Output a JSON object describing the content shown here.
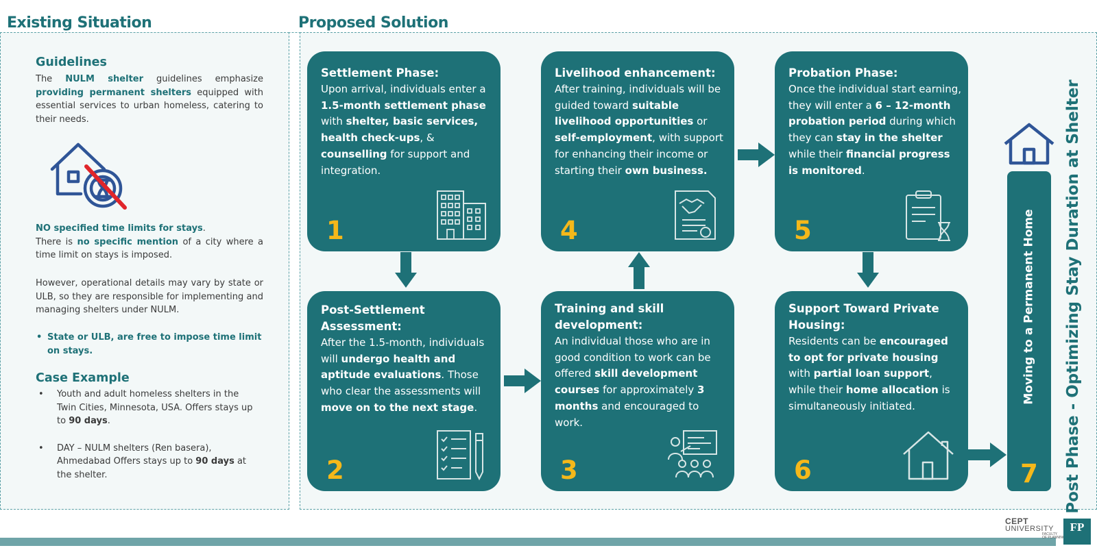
{
  "left": {
    "title": "Existing Situation",
    "guidelines_heading": "Guidelines",
    "guidelines_p1": [
      {
        "t": "The "
      },
      {
        "t": "NULM shelter",
        "b": true
      },
      {
        "t": " guidelines emphasize "
      },
      {
        "t": "providing permanent shelters",
        "b": true
      },
      {
        "t": " equipped with essential services to urban homeless, catering to their needs."
      }
    ],
    "icon": "no-house-limit-icon",
    "p2": [
      {
        "t": "NO specified time limits for stays",
        "b": true
      },
      {
        "t": "."
      },
      {
        "br": true
      },
      {
        "t": "There is "
      },
      {
        "t": "no specific mention",
        "b": true
      },
      {
        "t": " of a city where a time limit on stays is imposed."
      }
    ],
    "p3": "However, operational details may vary by state or ULB, so they are responsible for implementing and managing shelters under NULM.",
    "bullet_state": "State or ULB, are free to impose time limit on stays.",
    "case_heading": "Case Example",
    "case_items": [
      [
        {
          "t": "Youth and adult homeless shelters in the Twin Cities, Minnesota, USA. Offers stays up to "
        },
        {
          "t": "90 days",
          "b": true
        },
        {
          "t": "."
        }
      ],
      [
        {
          "t": "DAY – NULM shelters (Ren basera), Ahmedabad Offers stays up to "
        },
        {
          "t": "90 days",
          "b": true
        },
        {
          "t": " at the shelter."
        }
      ]
    ]
  },
  "right": {
    "title": "Proposed Solution",
    "cards": [
      {
        "num": "1",
        "title": "Settlement Phase:",
        "icon": "office-building-icon",
        "body": [
          {
            "t": "Upon arrival, individuals enter a "
          },
          {
            "t": "1.5-month settlement phase",
            "b": true
          },
          {
            "t": " with "
          },
          {
            "t": "shelter, basic services, health check-ups",
            "b": true
          },
          {
            "t": ", & "
          },
          {
            "t": "counselling",
            "b": true
          },
          {
            "t": " for support and integration."
          }
        ]
      },
      {
        "num": "2",
        "title": "Post-Settlement Assessment:",
        "icon": "checklist-pencil-icon",
        "body": [
          {
            "t": "After the 1.5-month, individuals will "
          },
          {
            "t": "undergo health and aptitude evaluations",
            "b": true
          },
          {
            "t": ". Those who clear the assessments will "
          },
          {
            "t": "move on to the next stage",
            "b": true
          },
          {
            "t": "."
          }
        ]
      },
      {
        "num": "3",
        "title": "Training and skill development:",
        "icon": "training-presentation-icon",
        "body": [
          {
            "t": "An individual those who are in good condition to work can be offered "
          },
          {
            "t": "skill development courses",
            "b": true
          },
          {
            "t": " for approximately "
          },
          {
            "t": "3 months",
            "b": true
          },
          {
            "t": " and encouraged to work."
          }
        ]
      },
      {
        "num": "4",
        "title": "Livelihood enhancement:",
        "icon": "handshake-contract-icon",
        "body": [
          {
            "t": "After training, individuals will be guided toward "
          },
          {
            "t": "suitable livelihood opportunities",
            "b": true
          },
          {
            "t": " or "
          },
          {
            "t": "self-employment",
            "b": true
          },
          {
            "t": ", with support for enhancing their income or starting their "
          },
          {
            "t": "own business.",
            "b": true
          }
        ]
      },
      {
        "num": "5",
        "title": "Probation Phase:",
        "icon": "clipboard-hourglass-icon",
        "body": [
          {
            "t": "Once the individual start earning, they will enter a "
          },
          {
            "t": "6 – 12-month probation period",
            "b": true
          },
          {
            "t": " during which they can "
          },
          {
            "t": "stay in the shelter",
            "b": true
          },
          {
            "t": " while their "
          },
          {
            "t": "financial progress is monitored",
            "b": true
          },
          {
            "t": "."
          }
        ]
      },
      {
        "num": "6",
        "title": "Support Toward Private Housing:",
        "icon": "house-outline-icon",
        "body": [
          {
            "t": "Residents can be "
          },
          {
            "t": "encouraged to opt for private housing",
            "b": true
          },
          {
            "t": " with "
          },
          {
            "t": "partial loan support",
            "b": true
          },
          {
            "t": ", while their "
          },
          {
            "t": "home allocation",
            "b": true
          },
          {
            "t": " is simultaneously initiated."
          }
        ]
      }
    ],
    "step7": {
      "num": "7",
      "label": "Moving to a Permanent Home",
      "icon": "house-icon"
    },
    "side_title": "Post Phase - Optimizing Stay Duration at Shelter"
  },
  "logos": {
    "cept_line1": "CEPT",
    "cept_line2": "UNIVERSITY",
    "cept_sub1": "FACULTY",
    "cept_sub2": "OF PLANNING",
    "fp": "FP"
  },
  "colors": {
    "teal": "#1e7177",
    "accent": "#f5b81a",
    "panel": "#f3f8f8"
  }
}
